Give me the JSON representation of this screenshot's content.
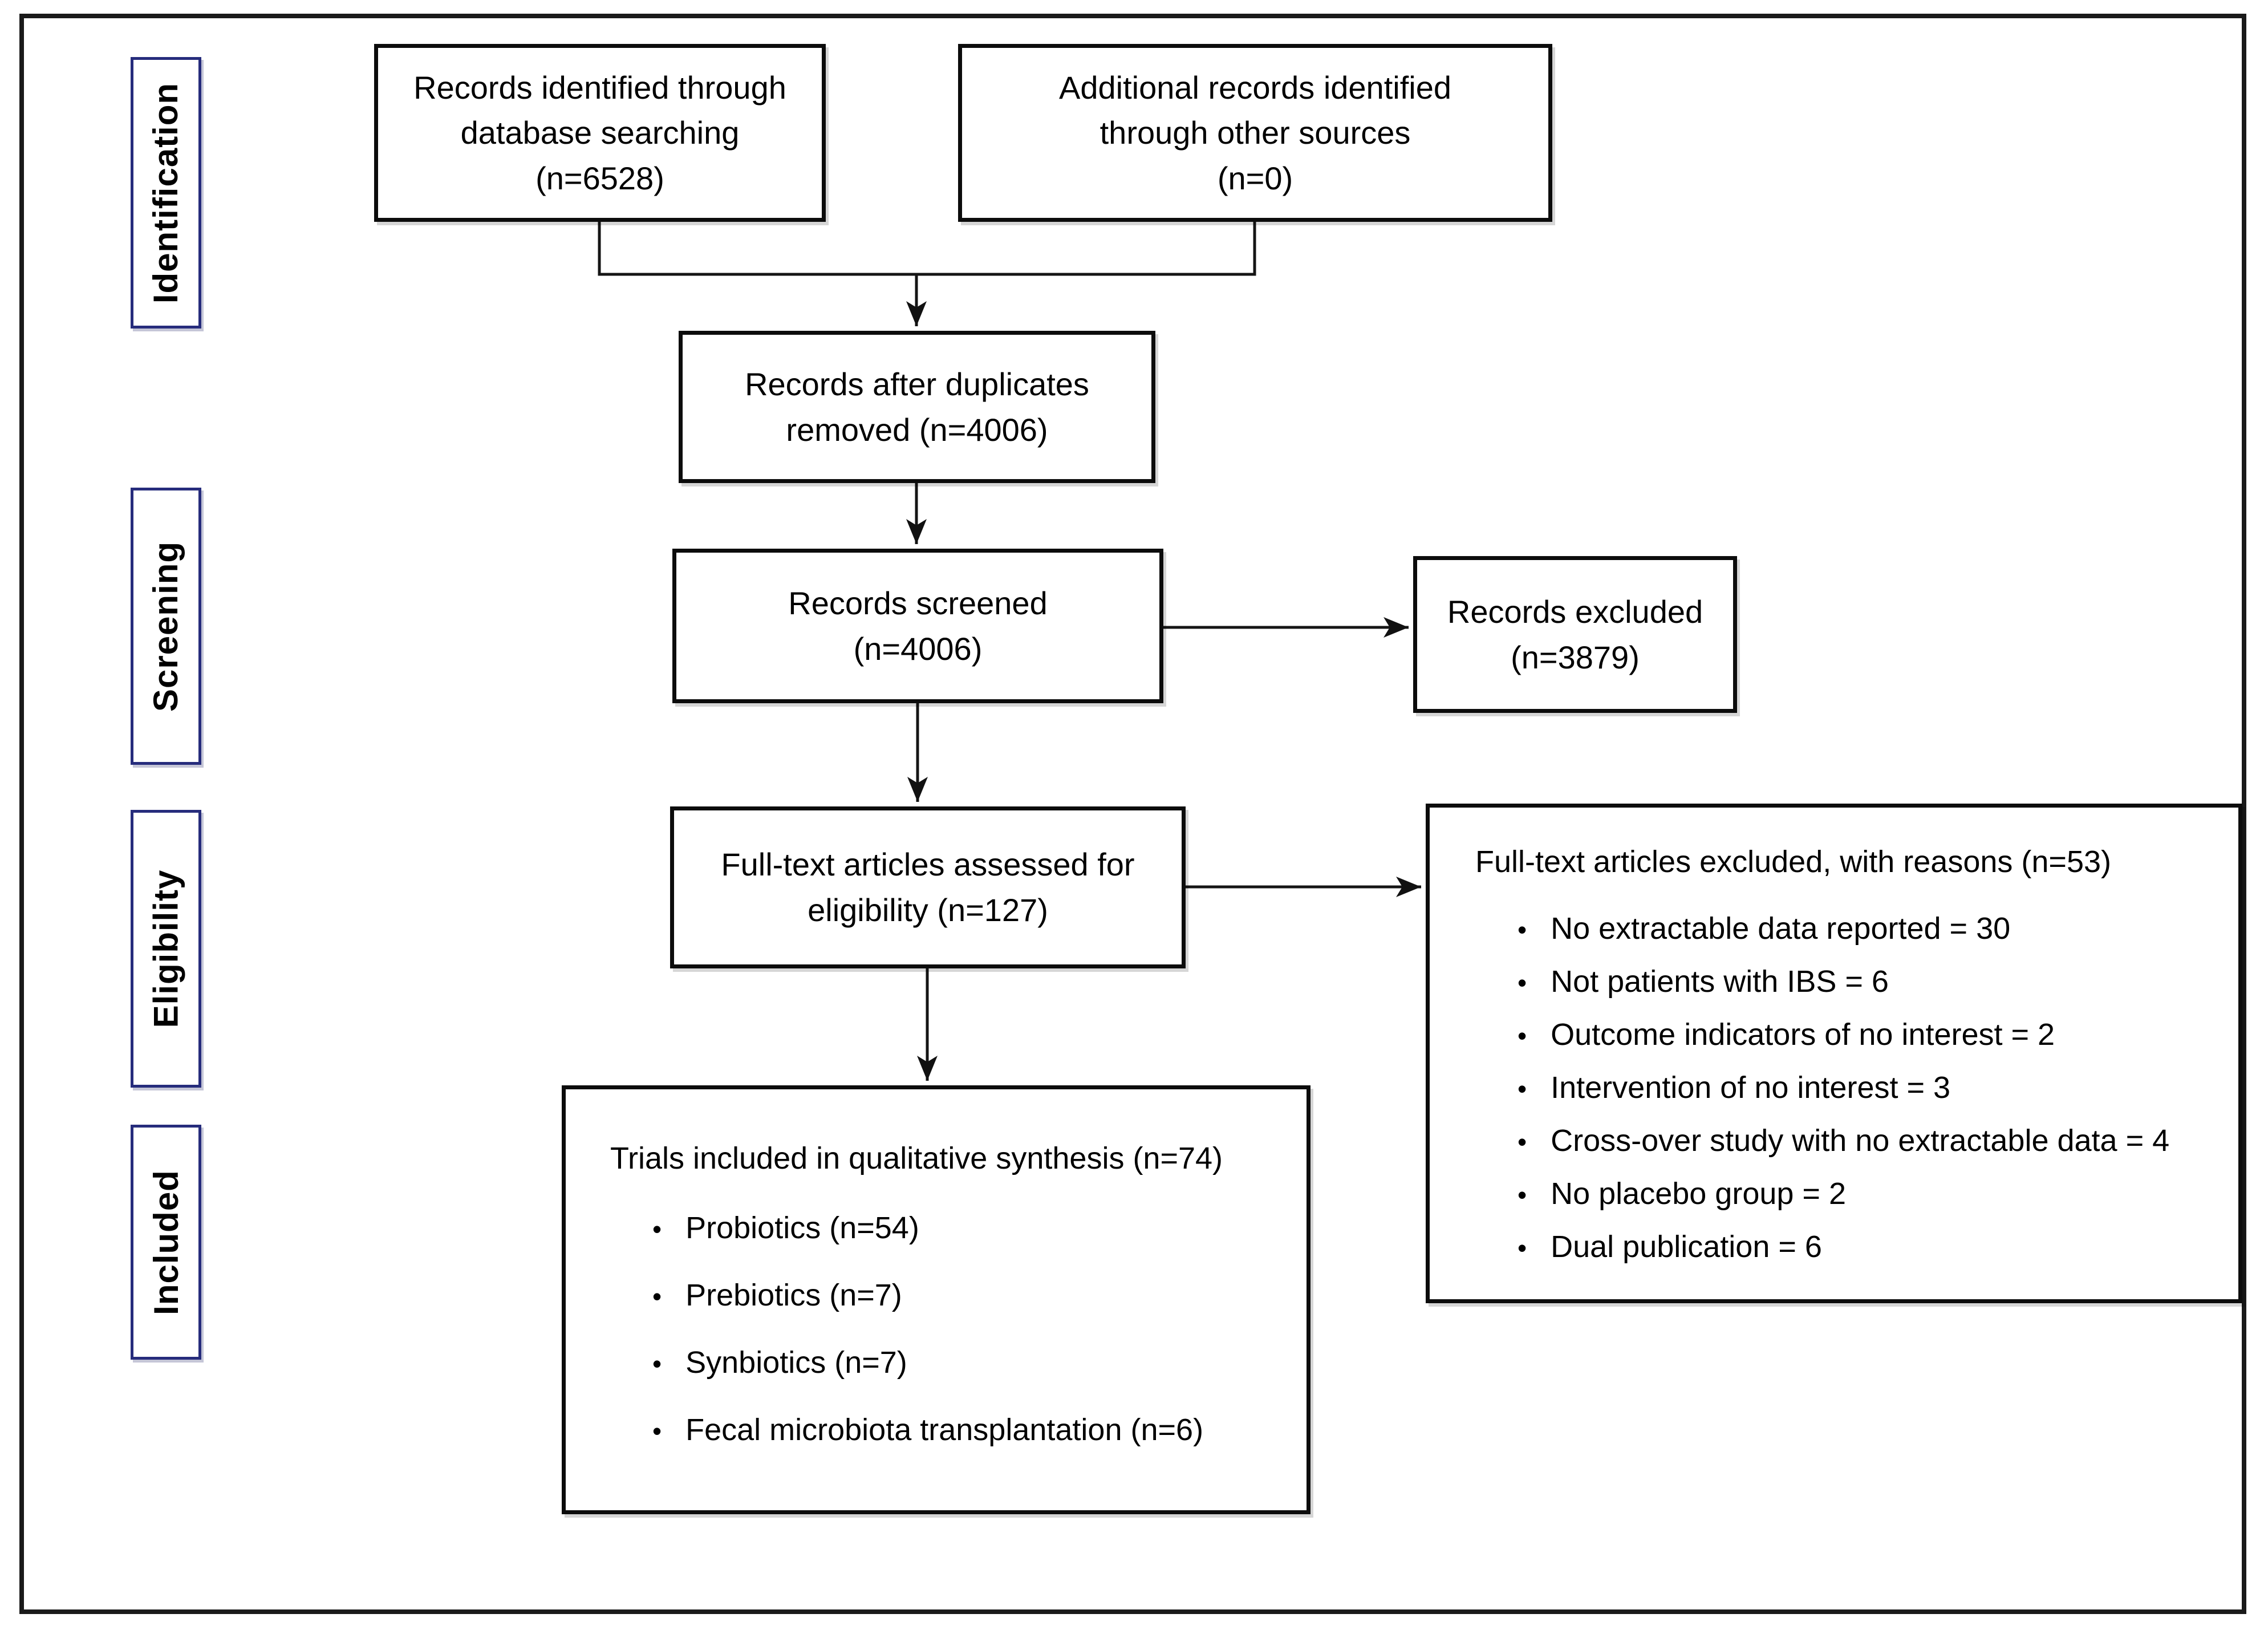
{
  "stages": {
    "identification": "Identification",
    "screening": "Screening",
    "eligibility": "Eligibility",
    "included": "Included"
  },
  "boxes": {
    "records_identified": {
      "line1": "Records identified through",
      "line2": "database searching",
      "line3": "(n=6528)"
    },
    "additional_records": {
      "line1": "Additional records identified",
      "line2": "through other sources",
      "line3": "(n=0)"
    },
    "duplicates_removed": {
      "line1": "Records after duplicates",
      "line2": "removed (n=4006)"
    },
    "records_screened": {
      "line1": "Records screened",
      "line2": "(n=4006)"
    },
    "records_excluded": {
      "line1": "Records excluded",
      "line2": "(n=3879)"
    },
    "fulltext_assessed": {
      "line1": "Full-text articles assessed for",
      "line2": "eligibility (n=127)"
    },
    "fulltext_excluded": {
      "title": "Full-text articles excluded, with reasons (n=53)",
      "items": [
        "No extractable data reported = 30",
        "Not patients with IBS = 6",
        "Outcome indicators of no interest = 2",
        "Intervention of no interest = 3",
        "Cross-over study with no extractable data = 4",
        "No placebo group = 2",
        "Dual publication = 6"
      ]
    },
    "trials_included": {
      "title": "Trials included in qualitative synthesis (n=74)",
      "items": [
        "Probiotics (n=54)",
        "Prebiotics (n=7)",
        "Synbiotics (n=7)",
        "Fecal microbiota transplantation (n=6)"
      ]
    }
  },
  "bullet_char": "•",
  "colors": {
    "stage_border": "#262c7c",
    "box_border": "#0c0c0c",
    "connector": "#151515",
    "background": "#ffffff",
    "text": "#000000"
  }
}
